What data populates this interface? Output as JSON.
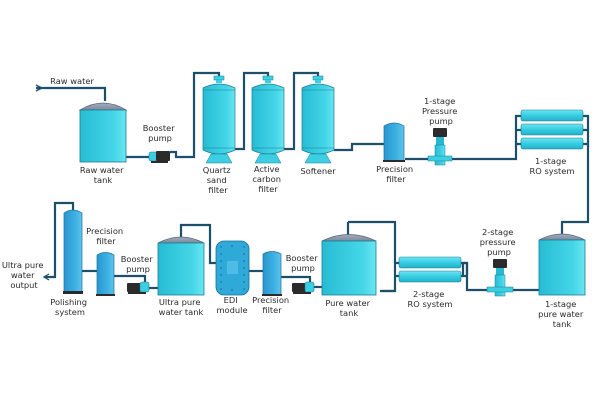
{
  "title": "Ultra pure water treatment process flow",
  "colors": {
    "water": "#2fc6dc",
    "water_light": "#5fe0ee",
    "pipe": "#1e4f6a",
    "dome": "#8a96a8",
    "pump_motor": "#2b2b2b",
    "edi": "#2ea9d8",
    "precision": "#2e9fd6"
  },
  "labels": {
    "raw_water": "Raw water",
    "raw_water_tank": [
      "Raw water",
      "tank"
    ],
    "booster_pump_1": [
      "Booster",
      "pump"
    ],
    "quartz_sand_filter": [
      "Quartz",
      "sand",
      "filter"
    ],
    "active_carbon_filter": [
      "Active",
      "carbon",
      "filter"
    ],
    "softener": [
      "Softener"
    ],
    "precision_filter_1": [
      "Precision",
      "filter"
    ],
    "pressure_pump_1": [
      "1-stage",
      "Pressure",
      "pump"
    ],
    "ro_system_1": [
      "1-stage",
      "RO system"
    ],
    "pure_water_tank_1": [
      "1-stage",
      "pure water",
      "tank"
    ],
    "pressure_pump_2": [
      "2-stage",
      "pressure",
      "pump"
    ],
    "ro_system_2": [
      "2-stage",
      "RO system"
    ],
    "pure_water_tank": [
      "Pure water",
      "tank"
    ],
    "booster_pump_2": [
      "Booster",
      "pump"
    ],
    "precision_filter_2": [
      "Precision",
      "filter"
    ],
    "edi_module": [
      "EDI",
      "module"
    ],
    "ultra_pure_water_tank": [
      "Ultra pure",
      "water tank"
    ],
    "booster_pump_3": [
      "Booster",
      "pump"
    ],
    "precision_filter_3": [
      "Precision",
      "filter"
    ],
    "polishing_system": [
      "Polishing",
      "system"
    ],
    "ultra_pure_water_output": [
      "Ultra pure",
      "water",
      "output"
    ]
  }
}
